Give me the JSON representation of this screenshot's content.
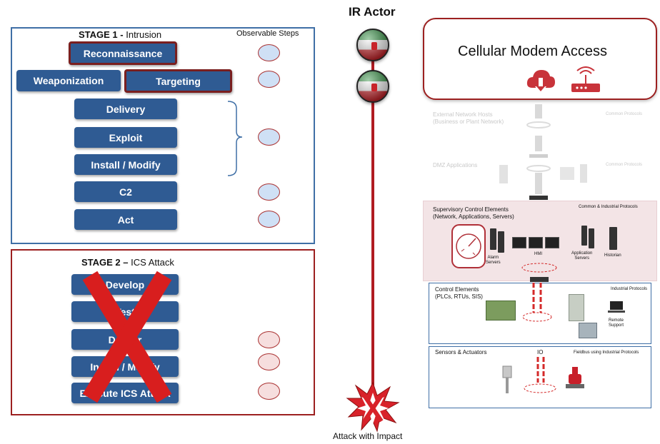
{
  "stage1": {
    "title_bold": "STAGE 1 -",
    "title_rest": " Intrusion",
    "observable_title": "Observable Steps",
    "steps": [
      "Reconnaissance",
      "Weaponization",
      "Targeting",
      "Delivery",
      "Exploit",
      "Install / Modify",
      "C2",
      "Act"
    ]
  },
  "stage2": {
    "title_bold": "STAGE 2 –",
    "title_rest": " ICS Attack",
    "steps": [
      "Develop",
      "Test",
      "Deliver",
      "Install / Modify",
      "Execute ICS Attack"
    ]
  },
  "actor": {
    "title": "IR Actor",
    "impact_label": "Attack with Impact"
  },
  "network": {
    "cellular_title": "Cellular Modem Access",
    "external_hosts": "External Network Hosts\n(Business or Plant Network)",
    "external_proto": "Common Protocols",
    "dmz": "DMZ Applications",
    "dmz_proto": "Common Protocols",
    "supervisory": "Supervisory Control Elements\n(Network, Applications, Servers)",
    "supervisory_proto": "Common & Industrial Protocols",
    "alarm_servers": "Alarm\nServers",
    "hmi": "HMI",
    "app_servers": "Application\nServers",
    "historian": "Historian",
    "control": "Control Elements\n(PLCs, RTUs, SIS)",
    "control_proto": "Industrial Protocols",
    "remote_support": "Remote\nSupport",
    "sensors": "Sensors & Actuators",
    "io": "IO",
    "sensors_proto": "Fieldbus using Industrial Protocols"
  },
  "colors": {
    "pill": "#2f5b93",
    "stage1_border": "#3f6fa6",
    "stage2_border": "#9c2020",
    "highlight": "#7a1f1f",
    "attack_line": "#b01c22",
    "supervisory_tint": "#f3e4e6"
  }
}
